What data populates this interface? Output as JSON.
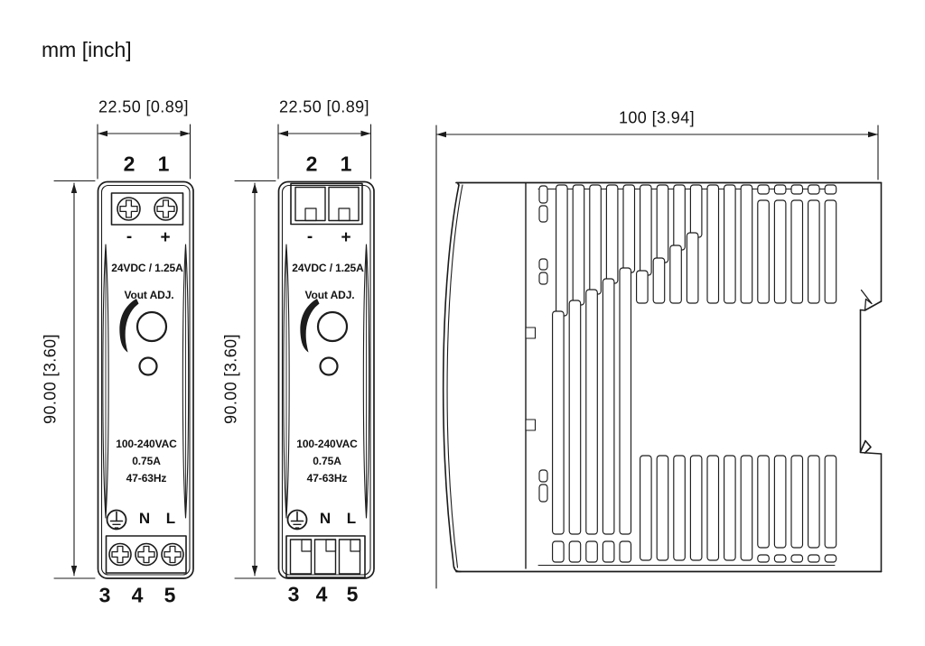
{
  "units_note": "mm [inch]",
  "front_screw": {
    "width_dim": "22.50 [0.89]",
    "height_dim": "90.00 [3.60]",
    "top_pins": [
      "2",
      "1"
    ],
    "bottom_pins": [
      "3",
      "4",
      "5"
    ],
    "polarity": [
      "-",
      "+"
    ],
    "output_rating": "24VDC / 1.25A",
    "adjust_label": "Vout ADJ.",
    "input_rating": [
      "100-240VAC",
      "0.75A",
      "47-63Hz"
    ],
    "input_labels": [
      "N",
      "L"
    ]
  },
  "front_clamp": {
    "width_dim": "22.50 [0.89]",
    "height_dim": "90.00 [3.60]",
    "top_pins": [
      "2",
      "1"
    ],
    "bottom_pins": [
      "3",
      "4",
      "5"
    ],
    "polarity": [
      "-",
      "+"
    ],
    "output_rating": "24VDC / 1.25A",
    "adjust_label": "Vout ADJ.",
    "input_rating": [
      "100-240VAC",
      "0.75A",
      "47-63Hz"
    ],
    "input_labels": [
      "N",
      "L"
    ]
  },
  "side_view": {
    "width_dim": "100 [3.94]"
  },
  "icons": {
    "ground": "earth-ground-icon",
    "screw": "phillips-screw-icon",
    "knob": "vout-adjust-knob",
    "led": "led-indicator",
    "rotation_arrow": "rotation-arrow-icon",
    "din_clip": "din-rail-clip"
  },
  "colors": {
    "line": "#1c1c1c",
    "background": "#ffffff"
  }
}
